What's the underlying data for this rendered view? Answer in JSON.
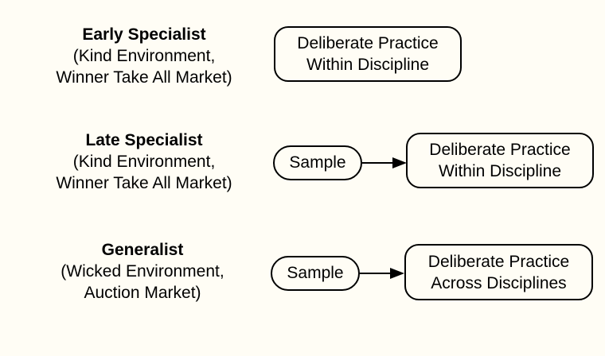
{
  "rows": [
    {
      "title": "Early Specialist",
      "subtitle_line1": "(Kind Environment,",
      "subtitle_line2": "Winner Take All Market)",
      "practice_line1": "Deliberate Practice",
      "practice_line2": "Within Discipline"
    },
    {
      "title": "Late Specialist",
      "subtitle_line1": "(Kind Environment,",
      "subtitle_line2": "Winner Take All Market)",
      "sample": "Sample",
      "practice_line1": "Deliberate Practice",
      "practice_line2": "Within Discipline"
    },
    {
      "title": "Generalist",
      "subtitle_line1": "(Wicked Environment,",
      "subtitle_line2": "Auction Market)",
      "sample": "Sample",
      "practice_line1": "Deliberate Practice",
      "practice_line2": "Across Disciplines"
    }
  ]
}
